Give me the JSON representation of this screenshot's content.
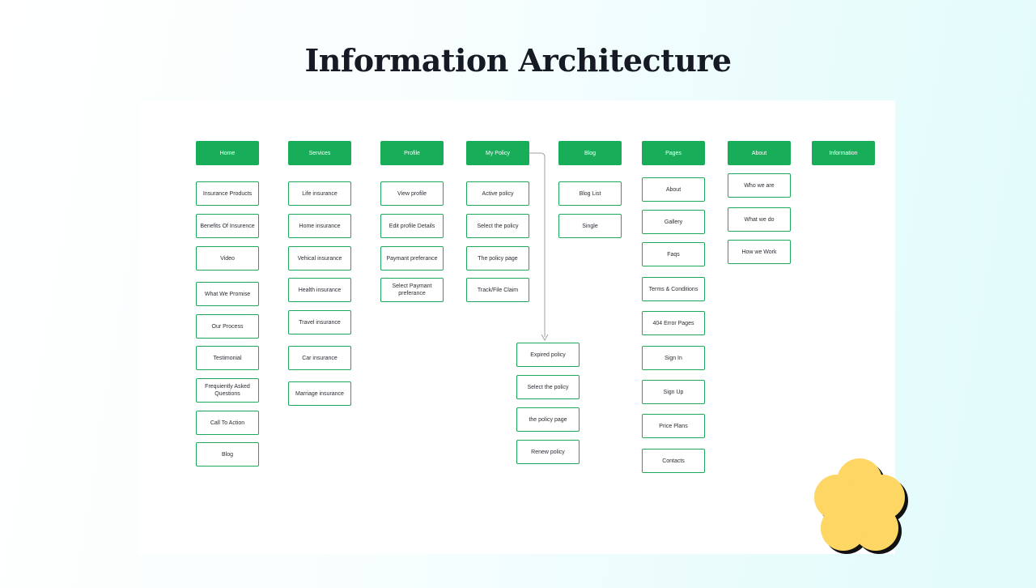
{
  "title": "Information Architecture",
  "columns": [
    {
      "header": "Home",
      "items": [
        "Insurance Products",
        "Benefits Of Insurence",
        "Video",
        "What We Promise",
        "Our Process",
        "Testimonial",
        "Frequiently Asked Questions",
        "Call To Action",
        "Blog"
      ]
    },
    {
      "header": "Services",
      "items": [
        "Life insurance",
        "Home insurance",
        "Vehical insurance",
        "Health insurance",
        "Travel insurance",
        "Car insurance",
        "Marriage insurance"
      ]
    },
    {
      "header": "Profile",
      "items": [
        "View profile",
        "Edit profile Details",
        "Paymant preferance",
        "Select Paymant preferance"
      ]
    },
    {
      "header": "My Policy",
      "items": [
        "Active policy",
        "Select the policy",
        "The policy page",
        "Track/File Claim"
      ],
      "subitems": [
        "Expired policy",
        "Select the policy",
        "the policy page",
        "Renew policy"
      ]
    },
    {
      "header": "Blog",
      "items": [
        "Blog List",
        "Single"
      ]
    },
    {
      "header": "Pages",
      "items": [
        "About",
        "Gallery",
        "Faqs",
        "Terms & Conditions",
        "404 Error Pages",
        "Sign In",
        "Sign Up",
        "Price Plans",
        "Contacts"
      ]
    },
    {
      "header": "About",
      "items": [
        "Who we are",
        "What we do",
        "How we Work"
      ]
    },
    {
      "header": "Information",
      "items": []
    }
  ],
  "colors": {
    "accent": "#17ad59",
    "title": "#161a24",
    "flower": "#fdd663"
  }
}
